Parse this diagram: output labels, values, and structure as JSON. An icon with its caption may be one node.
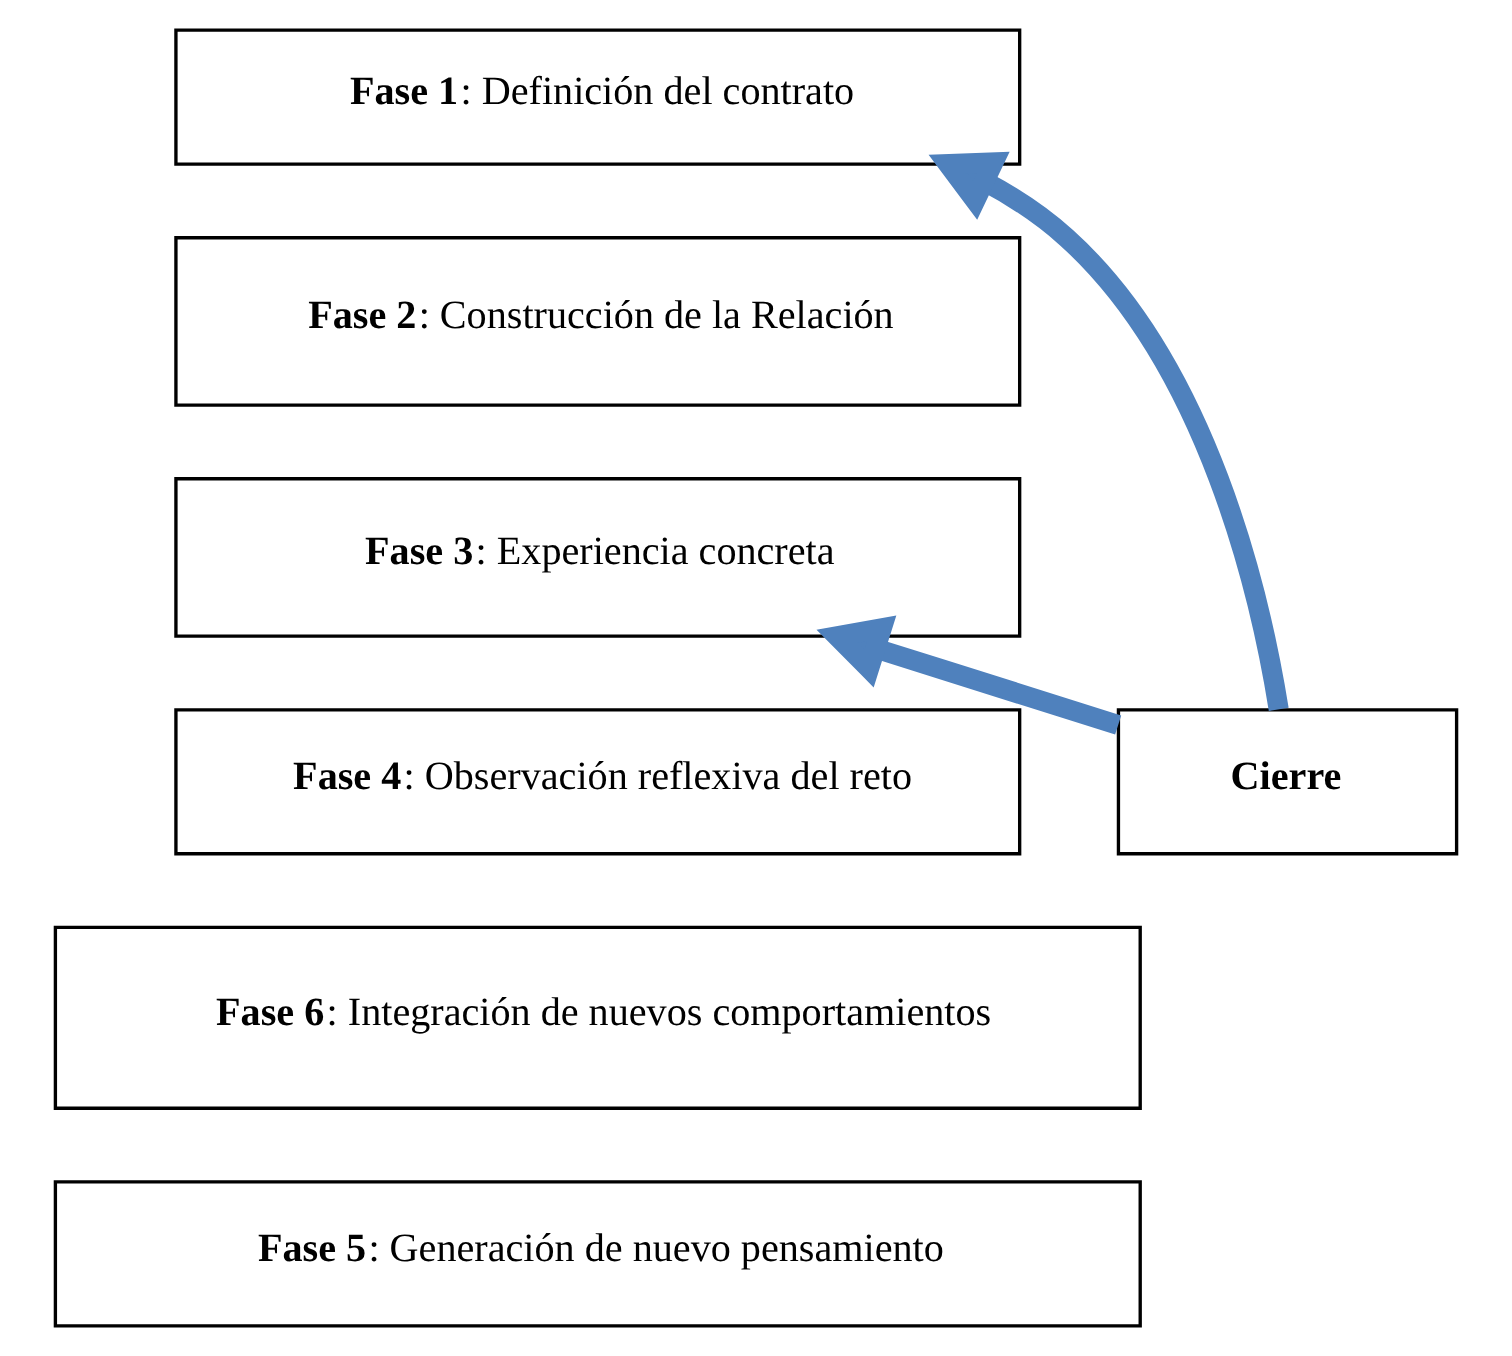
{
  "diagram": {
    "nodes": [
      {
        "text": [
          "**Fase 1**: Definición del contrato"
        ]
      },
      {
        "text": [
          "**Fase 2**: Construcción de la Relación"
        ]
      },
      {
        "text": [
          "**Fase 3**: Experiencia concreta"
        ]
      },
      {
        "text": [
          "**Fase 4**: Observación reflexiva del reto"
        ]
      },
      {
        "text": [
          "Cierre"
        ]
      },
      {
        "text": [
          "**Fase 6**: Integración de nuevos comportamientos"
        ]
      },
      {
        "text": [
          "**Fase 5**: Generación de nuevo pensamiento"
        ]
      }
    ],
    "edges": [
      {
        "from": 4,
        "to": 0,
        "arrow": "to"
      },
      {
        "from": 4,
        "to": 2,
        "arrow": "to"
      }
    ]
  }
}
